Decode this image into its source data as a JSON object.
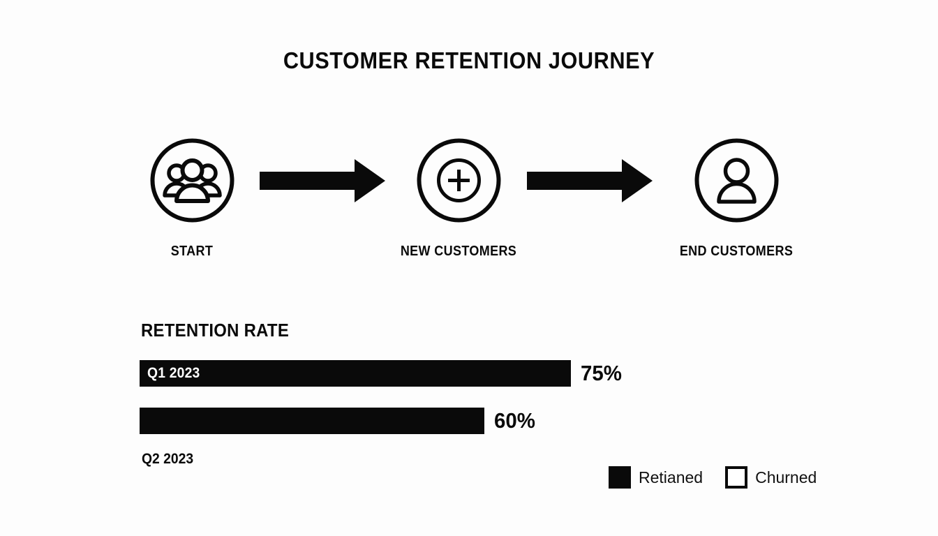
{
  "page": {
    "title": "CUSTOMER RETENTION JOURNEY",
    "background_color": "#fdfdfd",
    "ink_color": "#0a0a0a"
  },
  "flow": {
    "steps": [
      {
        "label": "START",
        "icon": "group-of-people-icon"
      },
      {
        "label": "NEW CUSTOMERS",
        "icon": "plus-in-circle-icon"
      },
      {
        "label": "END CUSTOMERS",
        "icon": "single-person-icon"
      }
    ],
    "connectors": [
      {
        "icon": "right-arrow-icon"
      },
      {
        "icon": "right-arrow-icon"
      }
    ]
  },
  "retention": {
    "section_title": "RETENTION RATE",
    "bars": [
      {
        "period": "Q1 2023",
        "value_label": "75%",
        "value": 75,
        "label_position": "inside"
      },
      {
        "period": "Q2 2023",
        "value_label": "60%",
        "value": 60,
        "label_position": "below"
      }
    ]
  },
  "legend": {
    "items": [
      {
        "label": "Retianed",
        "swatch": "filled-square",
        "color": "#0a0a0a"
      },
      {
        "label": "Churned",
        "swatch": "outline-square",
        "color": "#ffffff"
      }
    ]
  },
  "chart_data": {
    "type": "bar",
    "title": "RETENTION RATE",
    "orientation": "horizontal",
    "categories": [
      "Q1 2023",
      "Q2 2023"
    ],
    "values": [
      75,
      60
    ],
    "value_labels": [
      "75%",
      "60%"
    ],
    "xlabel": "",
    "ylabel": "",
    "xlim": [
      0,
      100
    ],
    "grid": false,
    "legend": [
      "Retianed",
      "Churned"
    ],
    "legend_position": "bottom-right",
    "series": [
      {
        "name": "Retianed",
        "values": [
          75,
          60
        ]
      }
    ]
  }
}
